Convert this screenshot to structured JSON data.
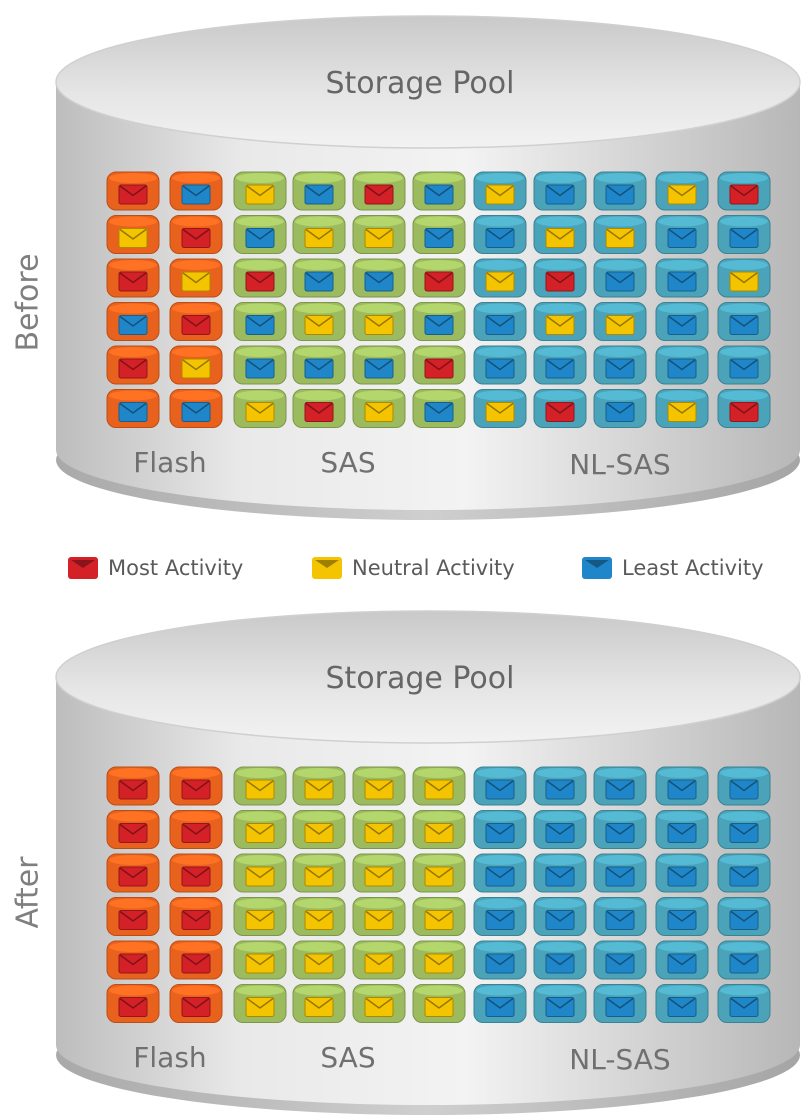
{
  "diagrams": [
    {
      "side_label": "Before",
      "pool_title": "Storage Pool",
      "tier_labels": [
        "Flash",
        "SAS",
        "NL-SAS"
      ],
      "columns": [
        {
          "tier": "flash",
          "blocks": [
            "red",
            "orange_yellow",
            "red",
            "blue",
            "red",
            "blue"
          ]
        },
        {
          "tier": "flash",
          "blocks": [
            "blue",
            "red",
            "yellow",
            "red",
            "yellow",
            "blue"
          ]
        },
        {
          "tier": "sas",
          "blocks": [
            "yellow",
            "blue",
            "red",
            "blue",
            "blue",
            "yellow"
          ]
        },
        {
          "tier": "sas",
          "blocks": [
            "blue",
            "yellow",
            "blue",
            "yellow",
            "blue",
            "red"
          ]
        },
        {
          "tier": "sas",
          "blocks": [
            "red",
            "yellow",
            "blue",
            "yellow",
            "blue",
            "yellow"
          ]
        },
        {
          "tier": "sas",
          "blocks": [
            "blue",
            "blue",
            "red",
            "blue",
            "red",
            "blue"
          ]
        },
        {
          "tier": "nlsas",
          "blocks": [
            "yellow",
            "blue",
            "yellow",
            "blue",
            "blue",
            "yellow"
          ]
        },
        {
          "tier": "nlsas",
          "blocks": [
            "blue",
            "yellow",
            "red",
            "yellow",
            "blue",
            "red"
          ]
        },
        {
          "tier": "nlsas",
          "blocks": [
            "blue",
            "yellow",
            "blue",
            "yellow",
            "blue",
            "blue"
          ]
        },
        {
          "tier": "nlsas",
          "blocks": [
            "yellow",
            "blue",
            "blue",
            "blue",
            "blue",
            "yellow"
          ]
        },
        {
          "tier": "nlsas",
          "blocks": [
            "red",
            "blue",
            "yellow",
            "blue",
            "blue",
            "red"
          ]
        }
      ]
    },
    {
      "side_label": "After",
      "pool_title": "Storage Pool",
      "tier_labels": [
        "Flash",
        "SAS",
        "NL-SAS"
      ],
      "columns": [
        {
          "tier": "flash",
          "blocks": [
            "red",
            "red",
            "red",
            "red",
            "red",
            "red"
          ]
        },
        {
          "tier": "flash",
          "blocks": [
            "red",
            "red",
            "red",
            "red",
            "red",
            "red"
          ]
        },
        {
          "tier": "sas",
          "blocks": [
            "yellow",
            "yellow",
            "yellow",
            "yellow",
            "yellow",
            "yellow"
          ]
        },
        {
          "tier": "sas",
          "blocks": [
            "yellow",
            "yellow",
            "yellow",
            "yellow",
            "yellow",
            "yellow"
          ]
        },
        {
          "tier": "sas",
          "blocks": [
            "yellow",
            "yellow",
            "yellow",
            "yellow",
            "yellow",
            "yellow"
          ]
        },
        {
          "tier": "sas",
          "blocks": [
            "yellow",
            "yellow",
            "yellow",
            "yellow",
            "yellow",
            "yellow"
          ]
        },
        {
          "tier": "nlsas",
          "blocks": [
            "blue",
            "blue",
            "blue",
            "blue",
            "blue",
            "blue"
          ]
        },
        {
          "tier": "nlsas",
          "blocks": [
            "blue",
            "blue",
            "blue",
            "blue",
            "blue",
            "blue"
          ]
        },
        {
          "tier": "nlsas",
          "blocks": [
            "blue",
            "blue",
            "blue",
            "blue",
            "blue",
            "blue"
          ]
        },
        {
          "tier": "nlsas",
          "blocks": [
            "blue",
            "blue",
            "blue",
            "blue",
            "blue",
            "blue"
          ]
        },
        {
          "tier": "nlsas",
          "blocks": [
            "blue",
            "blue",
            "blue",
            "blue",
            "blue",
            "blue"
          ]
        }
      ]
    }
  ],
  "legend": [
    {
      "label": "Most Activity",
      "color": "red"
    },
    {
      "label": "Neutral Activity",
      "color": "yellow"
    },
    {
      "label": "Least Activity",
      "color": "blue"
    }
  ],
  "colors": {
    "flash": "#e8621e",
    "sas": "#9cbb5f",
    "nlsas": "#4aa3b8",
    "red": "#d42027",
    "yellow": "#f5c400",
    "blue": "#1f87c9",
    "orange_yellow": "#f5c400",
    "pool_text": "#666666"
  }
}
